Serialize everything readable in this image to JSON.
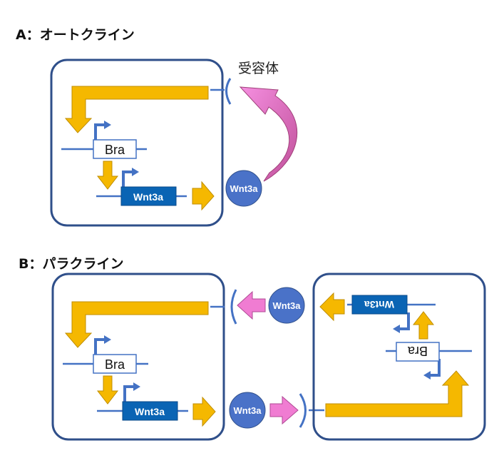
{
  "panel_a": {
    "title": "A：オートクライン",
    "receptor_label": "受容体",
    "bra_label": "Bra",
    "wnt3a_gene_label": "Wnt3a",
    "wnt3a_protein_label": "Wnt3a"
  },
  "panel_b": {
    "title": "B：パラクライン",
    "left_cell": {
      "bra_label": "Bra",
      "wnt3a_gene_label": "Wnt3a"
    },
    "top_protein_label": "Wnt3a",
    "bottom_protein_label": "Wnt3a",
    "right_cell": {
      "bra_label": "Bra",
      "wnt3a_gene_label": "Wnt3a"
    }
  },
  "colors": {
    "cell_border": "#2f4f8a",
    "arrow_yellow": "#f5b800",
    "promoter_blue": "#4472c4",
    "wnt3a_box": "#0a64b4",
    "protein_circle": "#4a72c8",
    "pink_arrow": "#f07cd2"
  }
}
